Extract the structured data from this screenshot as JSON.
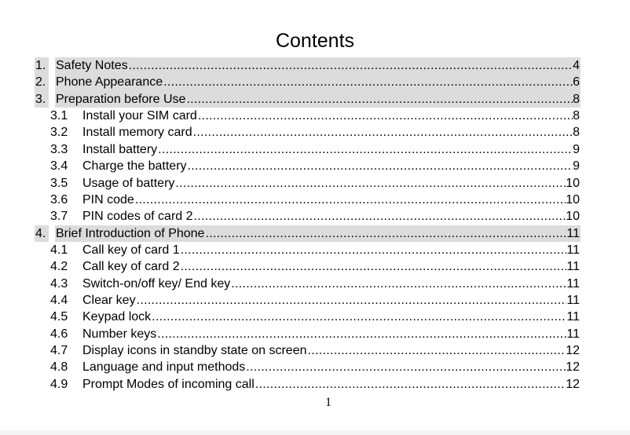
{
  "document": {
    "title": "Contents",
    "page_number": "1"
  },
  "toc": [
    {
      "num": "1.",
      "label": "Safety Notes",
      "page": "4",
      "level": 1
    },
    {
      "num": "2.",
      "label": "Phone Appearance",
      "page": "6",
      "level": 1
    },
    {
      "num": "3.",
      "label": "Preparation before Use",
      "page": "8",
      "level": 1
    },
    {
      "num": "3.1",
      "label": "Install your SIM card",
      "page": "8",
      "level": 2
    },
    {
      "num": "3.2",
      "label": "Install memory card",
      "page": "8",
      "level": 2
    },
    {
      "num": "3.3",
      "label": "Install battery",
      "page": "9",
      "level": 2
    },
    {
      "num": "3.4",
      "label": "Charge the battery",
      "page": "9",
      "level": 2
    },
    {
      "num": "3.5",
      "label": "Usage of battery",
      "page": "10",
      "level": 2
    },
    {
      "num": "3.6",
      "label": "PIN code",
      "page": "10",
      "level": 2
    },
    {
      "num": "3.7",
      "label": "PIN codes of card 2",
      "page": "10",
      "level": 2
    },
    {
      "num": "4.",
      "label": "Brief Introduction of Phone",
      "page": "11",
      "level": 1
    },
    {
      "num": "4.1",
      "label": "Call key of card 1",
      "page": "11",
      "level": 2
    },
    {
      "num": "4.2",
      "label": "Call key of card 2",
      "page": "11",
      "level": 2
    },
    {
      "num": "4.3",
      "label": "Switch-on/off key/ End key",
      "page": "11",
      "level": 2
    },
    {
      "num": "4.4",
      "label": "Clear key",
      "page": "11",
      "level": 2
    },
    {
      "num": "4.5",
      "label": "Keypad lock",
      "page": "11",
      "level": 2
    },
    {
      "num": "4.6",
      "label": "Number keys",
      "page": "11",
      "level": 2
    },
    {
      "num": "4.7",
      "label": "Display icons in standby state on screen",
      "page": "12",
      "level": 2
    },
    {
      "num": "4.8",
      "label": "Language and input methods",
      "page": "12",
      "level": 2
    },
    {
      "num": "4.9",
      "label": "Prompt Modes of incoming call",
      "page": "12",
      "level": 2
    }
  ],
  "colors": {
    "main_entry_highlight": "#dcdcdc",
    "text": "#000000",
    "background": "#ffffff"
  }
}
